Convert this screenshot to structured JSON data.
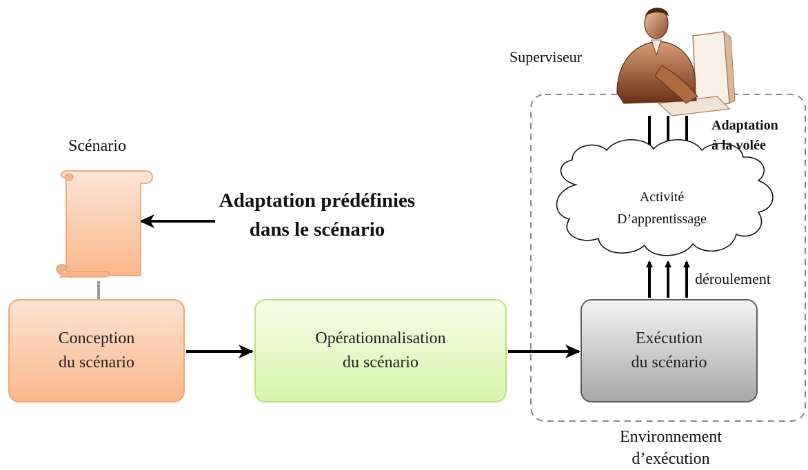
{
  "diagram": {
    "supervisor_label": "Superviseur",
    "scenario_label": "Scénario",
    "predefined_adaptation": {
      "line1": "Adaptation prédéfinies",
      "line2": "dans le scénario"
    },
    "on_the_fly_adaptation": {
      "line1": "Adaptation",
      "line2": "à la volée"
    },
    "activity_cloud": {
      "line1": "Activité",
      "line2": "D’apprentissage"
    },
    "progress_label": "déroulement",
    "boxes": {
      "conception": {
        "line1": "Conception",
        "line2": "du scénario"
      },
      "operationnalisation": {
        "line1": "Opérationnalisation",
        "line2": "du scénario"
      },
      "execution": {
        "line1": "Exécution",
        "line2": "du scénario"
      }
    },
    "environment_label": {
      "line1": "Environnement",
      "line2": "d’exécution"
    },
    "icons": {
      "supervisor": "person-at-computer-icon",
      "scenario": "scroll-icon"
    },
    "colors": {
      "conception_fill": "#fbb78b",
      "operationnalisation_fill": "#d9f4ad",
      "execution_fill": "#a8a8a8",
      "arrow": "#000000",
      "dashed_border": "#8a8a8a"
    }
  }
}
